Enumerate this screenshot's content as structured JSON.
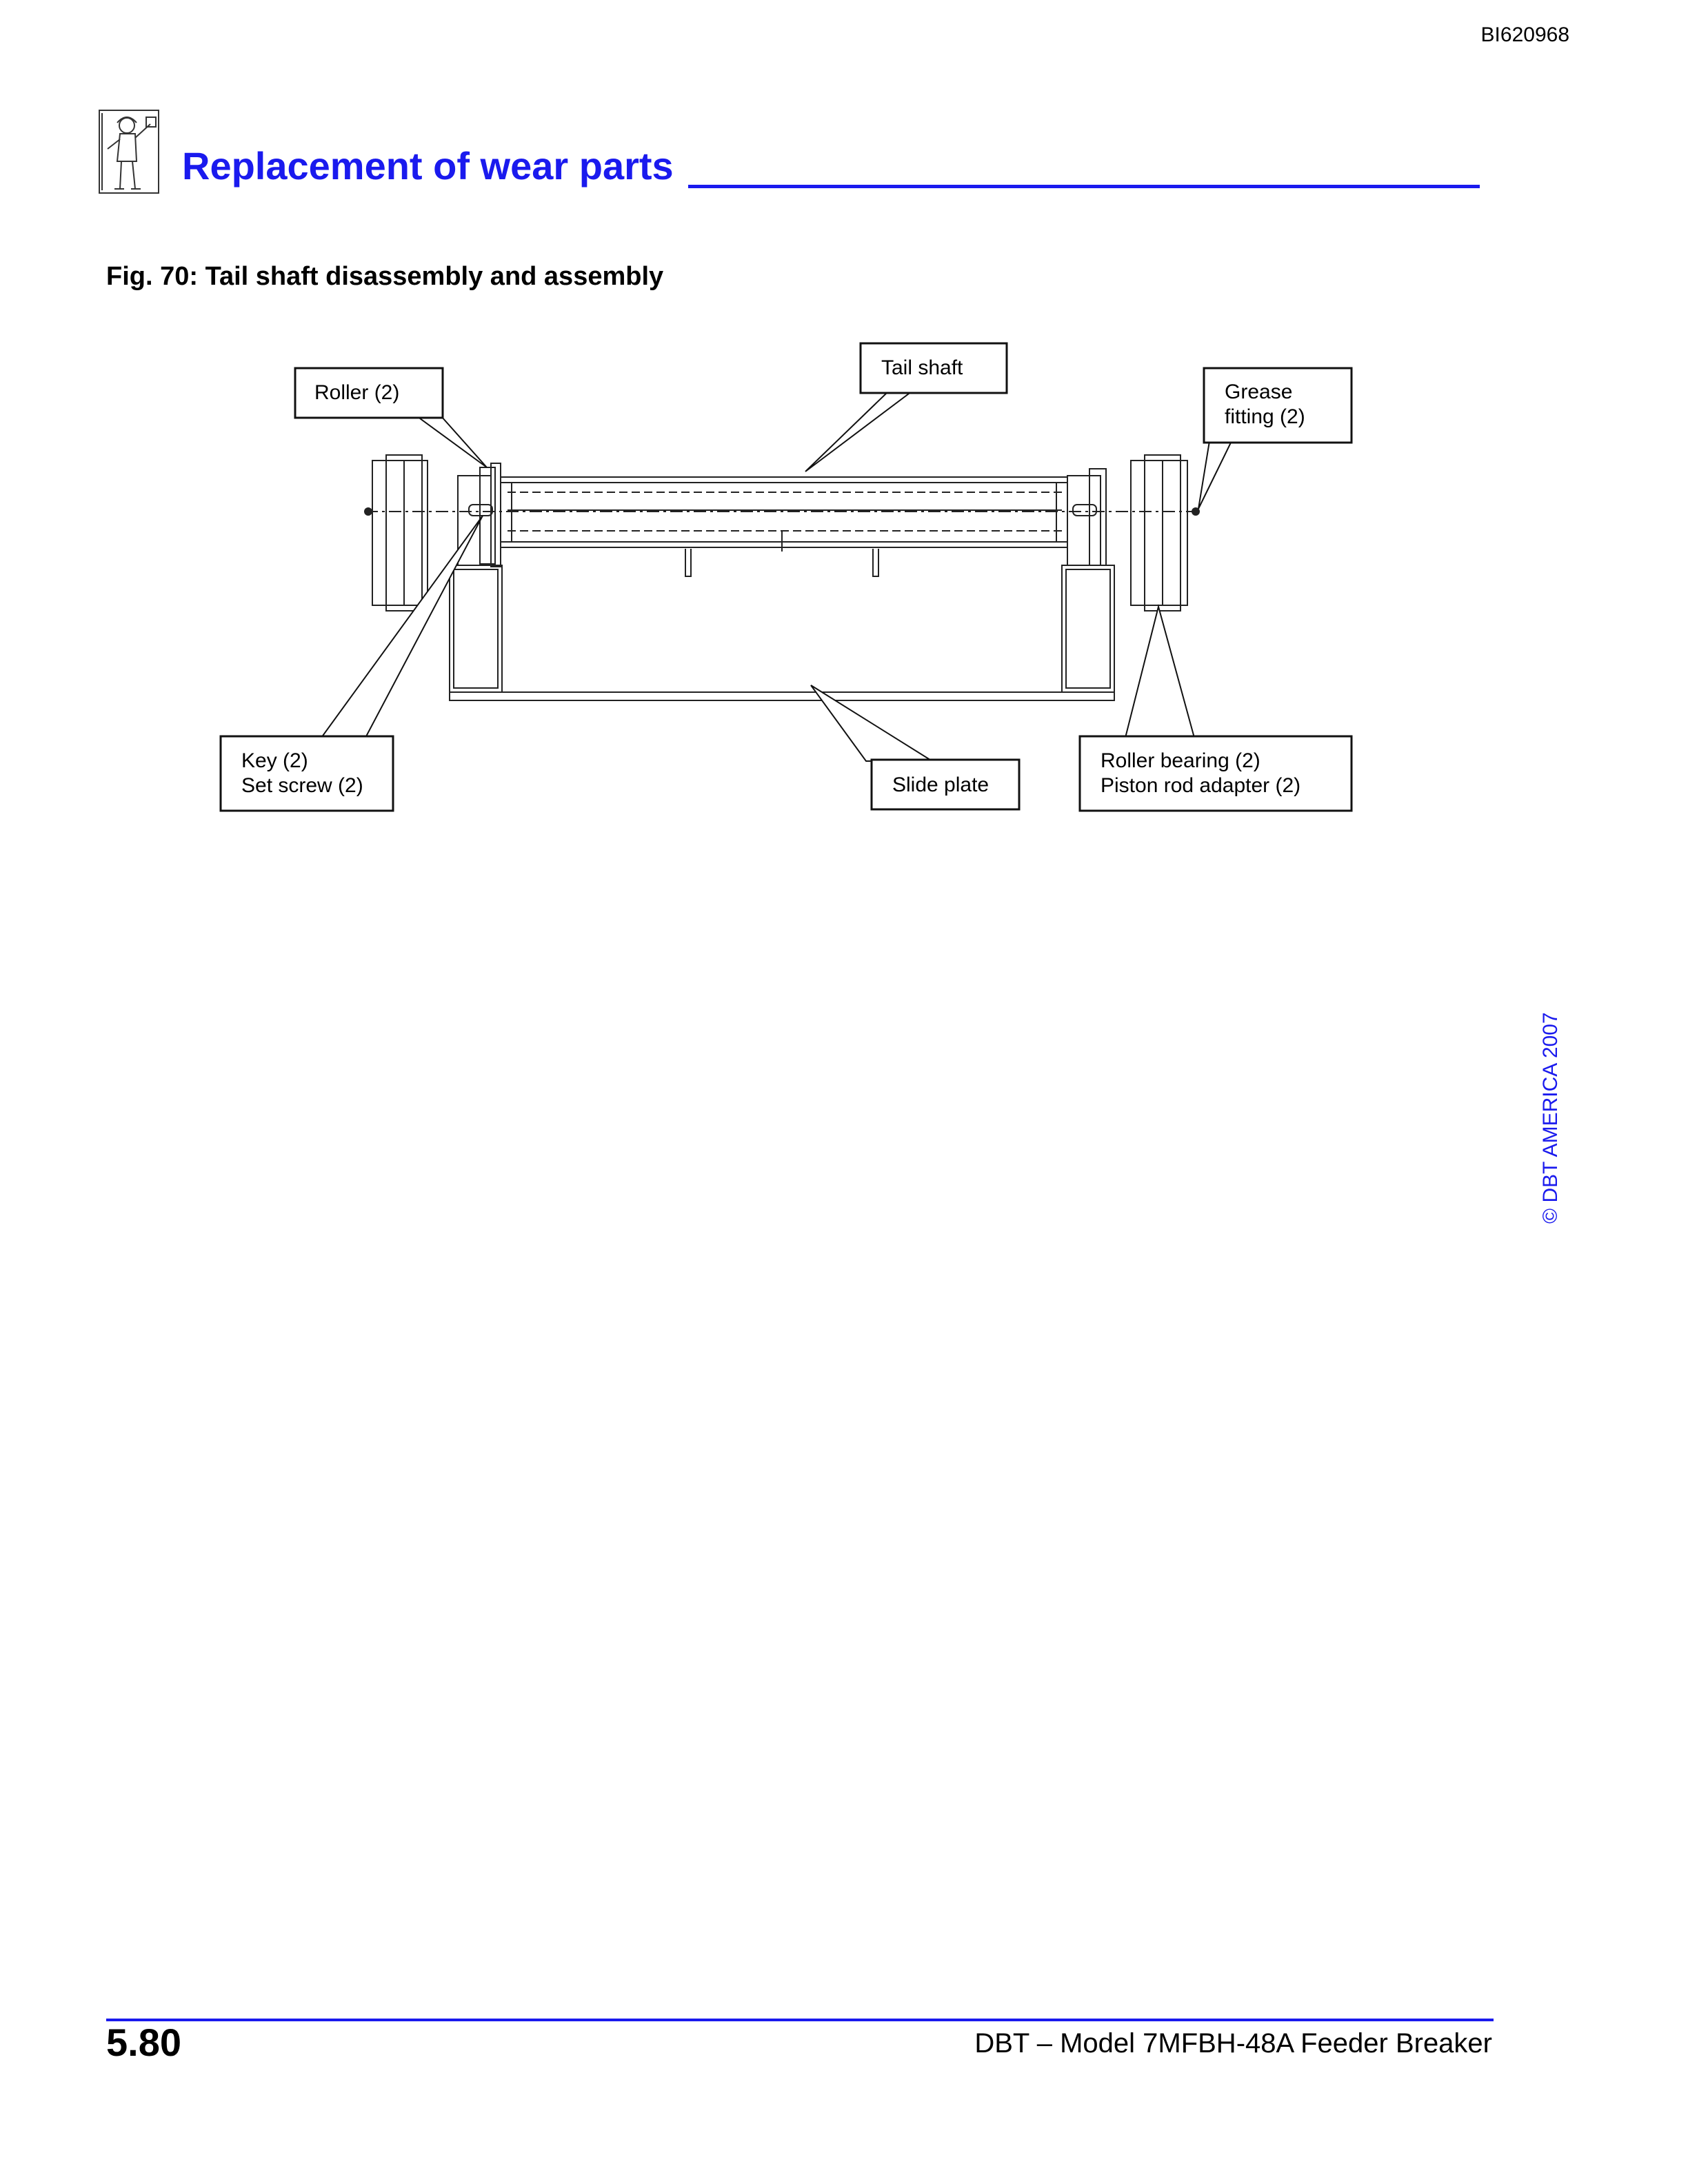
{
  "header": {
    "doc_id": "BI620968",
    "section_title": "Replacement of wear parts",
    "icon": "mechanic-with-wrench-icon"
  },
  "figure": {
    "caption": "Fig. 70: Tail shaft disassembly and assembly",
    "callouts": {
      "roller": "Roller (2)",
      "tail_shaft": "Tail shaft",
      "grease_line1": "Grease",
      "grease_line2": "fitting (2)",
      "key_line1": "Key (2)",
      "key_line2": "Set screw (2)",
      "slide_plate": "Slide plate",
      "bearing_line1": "Roller bearing (2)",
      "bearing_line2": "Piston rod adapter (2)"
    }
  },
  "sidebar": {
    "copyright": "© DBT AMERICA 2007"
  },
  "footer": {
    "page_number": "5.80",
    "title": "DBT – Model 7MFBH-48A Feeder Breaker"
  },
  "colors": {
    "accent": "#1a1aee"
  }
}
